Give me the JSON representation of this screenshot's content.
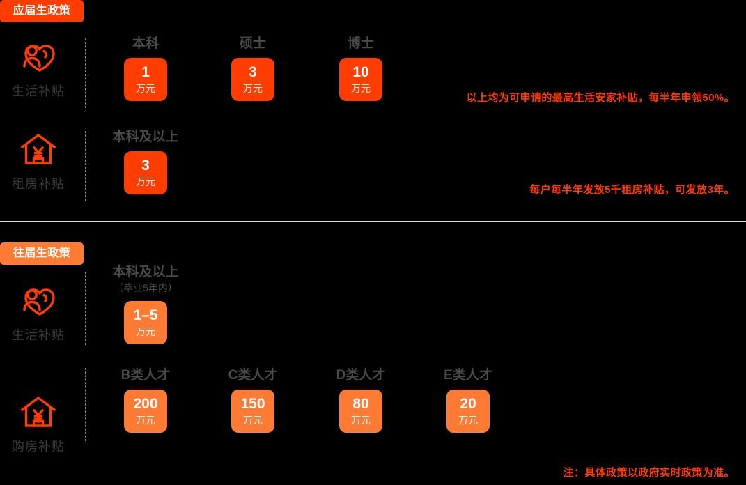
{
  "theme": {
    "background": "#000000",
    "accent_strong": "#FF3D00",
    "accent_light": "#FF7A33",
    "title_text": "#4a4a4a",
    "divider": "#d9d9d9"
  },
  "sections": [
    {
      "badge": "应届生政策",
      "badge_color": "#FF3D00",
      "rows": [
        {
          "icon": "person-heart-icon",
          "label": "生活补贴",
          "note": "以上均为可申请的最高生活安家补贴，每半年申领50%。",
          "cards": [
            {
              "title": "本科",
              "subtitle": "",
              "amount": "1",
              "unit": "万元"
            },
            {
              "title": "硕士",
              "subtitle": "",
              "amount": "3",
              "unit": "万元"
            },
            {
              "title": "博士",
              "subtitle": "",
              "amount": "10",
              "unit": "万元"
            }
          ]
        },
        {
          "icon": "house-yuan-icon",
          "label": "租房补贴",
          "note": "每户每半年发放5千租房补贴，可发放3年。",
          "cards": [
            {
              "title": "本科及以上",
              "subtitle": "",
              "amount": "3",
              "unit": "万元"
            }
          ]
        }
      ]
    },
    {
      "badge": "往届生政策",
      "badge_color": "#FF7A33",
      "rows": [
        {
          "icon": "person-heart-icon",
          "label": "生活补贴",
          "note": "",
          "cards": [
            {
              "title": "本科及以上",
              "subtitle": "（毕业5年内）",
              "amount": "1–5",
              "unit": "万元"
            }
          ]
        },
        {
          "icon": "house-yuan-icon",
          "label": "购房补贴",
          "note": "",
          "cards": [
            {
              "title": "B类人才",
              "subtitle": "",
              "amount": "200",
              "unit": "万元"
            },
            {
              "title": "C类人才",
              "subtitle": "",
              "amount": "150",
              "unit": "万元"
            },
            {
              "title": "D类人才",
              "subtitle": "",
              "amount": "80",
              "unit": "万元"
            },
            {
              "title": "E类人才",
              "subtitle": "",
              "amount": "20",
              "unit": "万元"
            }
          ]
        }
      ]
    }
  ],
  "footer_note": "注：具体政策以政府实时政策为准。"
}
